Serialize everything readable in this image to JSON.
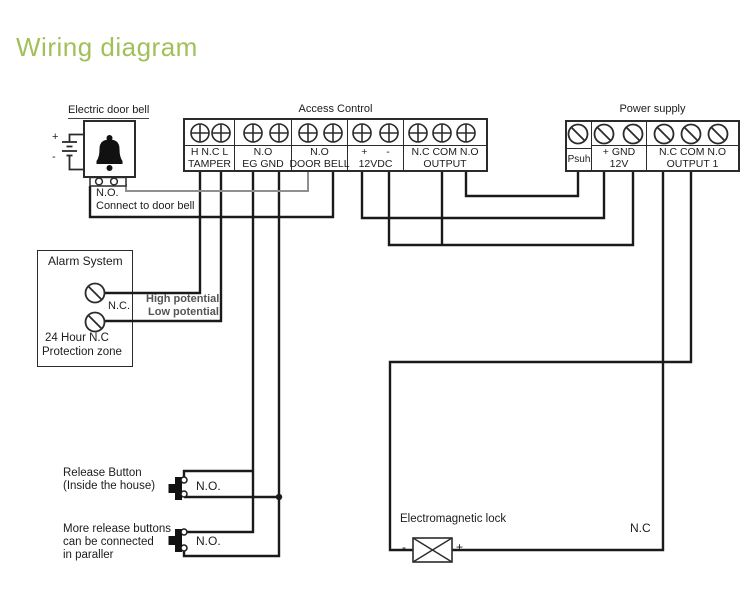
{
  "title": "Wiring diagram",
  "door_bell": {
    "label": "Electric door bell",
    "battery_plus": "+",
    "battery_minus": "-",
    "no_label": "N.O.",
    "connect_label": "Connect to door bell"
  },
  "access_control": {
    "title": "Access Control",
    "cells": [
      {
        "line1": "H N.C L",
        "line2": "TAMPER"
      },
      {
        "line1": "N.O",
        "line2": "EG GND"
      },
      {
        "line1": "N.O",
        "line2": "DOOR BELL"
      },
      {
        "line1": "+ -",
        "line2": "12VDC"
      },
      {
        "line1": "N.C COM N.O",
        "line2": "OUTPUT"
      }
    ]
  },
  "power_supply": {
    "title": "Power supply",
    "cells": [
      {
        "line1": "Psuh",
        "line2": ""
      },
      {
        "line1": "+ GND",
        "line2": "12V"
      },
      {
        "line1": "N.C COM N.O",
        "line2": "OUTPUT 1"
      }
    ]
  },
  "alarm_system": {
    "title": "Alarm System",
    "nc_label": "N.C.",
    "zone_line1": "24 Hour N.C",
    "zone_line2": "Protection zone",
    "high_label": "High potential",
    "low_label": "Low potential"
  },
  "release_buttons": {
    "first": {
      "line1": "Release Button",
      "line2": "(Inside the house)",
      "no_label": "N.O."
    },
    "second": {
      "line1": "More release buttons",
      "line2": "can be connected",
      "line3": "in paraller",
      "no_label": "N.O."
    }
  },
  "lock": {
    "label": "Electromagnetic lock",
    "minus": "-",
    "plus": "+",
    "nc_label": "N.C"
  },
  "colors": {
    "accent": "#a2c05a",
    "wire": "#1a1a1a",
    "light_wire": "#8f8f8f",
    "gray_text": "#555555"
  }
}
